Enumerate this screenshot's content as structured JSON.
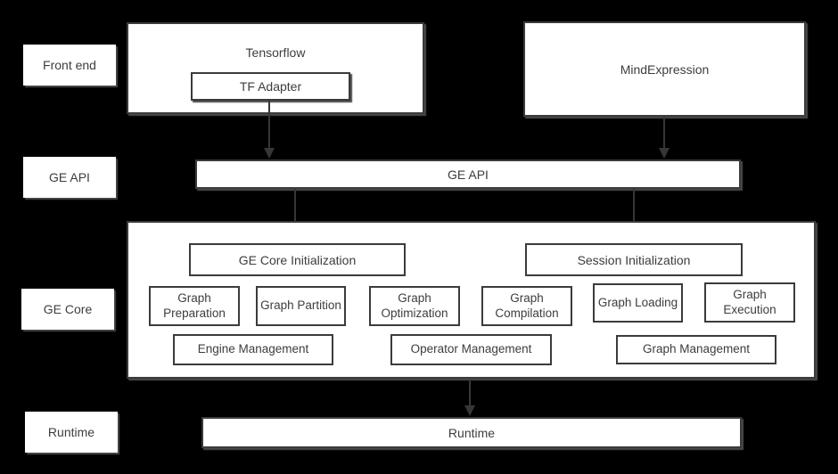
{
  "sidebar_labels": {
    "front_end": "Front end",
    "ge_api": "GE API",
    "ge_core": "GE Core",
    "runtime": "Runtime"
  },
  "front_end_layer": {
    "tensorflow": "Tensorflow",
    "tf_adapter": "TF Adapter",
    "mind_expression": "MindExpression"
  },
  "ge_api_layer": {
    "bar": "GE API"
  },
  "ge_core_layer": {
    "ge_core_initialization": "GE Core Initialization",
    "session_initialization": "Session Initialization",
    "graph_preparation": "Graph Preparation",
    "graph_partition": "Graph Partition",
    "graph_optimization": "Graph Optimization",
    "graph_compilation": "Graph Compilation",
    "graph_loading": "Graph Loading",
    "graph_execution": "Graph Execution",
    "engine_management": "Engine Management",
    "operator_management": "Operator Management",
    "graph_management": "Graph Management"
  },
  "runtime_layer": {
    "bar": "Runtime"
  },
  "colors": {
    "background": "#000000",
    "box_fill": "#ffffff",
    "box_border": "#3b3b3b",
    "text": "#3d3d3d",
    "arrow": "#363636",
    "shadow": "#4a4a4a"
  }
}
